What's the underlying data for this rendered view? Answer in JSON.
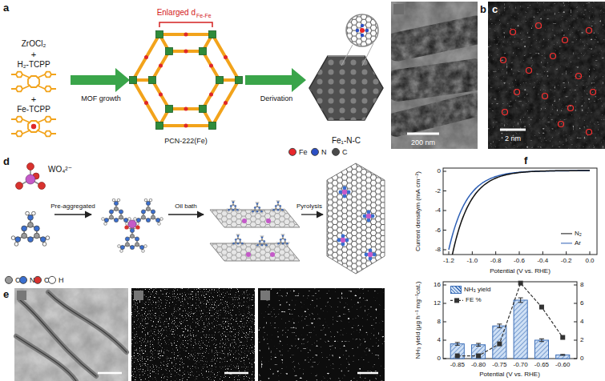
{
  "diagram": {
    "labels": [
      "a",
      "ZrOCl₂",
      "+",
      "H₂-TCPP",
      "+",
      "Fe-TCPP",
      "Enlarged d",
      "Fe-Fe",
      "MOF growth",
      "Derivation",
      "PCN-222(Fe)",
      "Fe₁-N-C",
      "b",
      "200 nm",
      "c",
      "2 nm",
      "d",
      "WO₄²⁻",
      "Pre-aggregated",
      "Oil bath",
      "Pyrolysis",
      "e",
      "f",
      "0",
      "-2",
      "-4",
      "-6",
      "-8",
      "Current densitym (mA cm⁻²)",
      "-1.2",
      "-1.0",
      "-0.8",
      "-0.6",
      "-0.4",
      "-0.2",
      "0.0",
      "Potential (V vs. RHE)",
      "NH₃ yield (μg h⁻¹ mg⁻¹cat.)",
      "0",
      "4",
      "8",
      "12",
      "16",
      "0",
      "2",
      "4",
      "6",
      "8",
      "-0.85",
      "-0.80",
      "-0.75",
      "-0.70",
      "-0.65",
      "-0.60",
      "Potential (V vs. RHE)"
    ],
    "legend": [
      {
        "text": "Fe",
        "color": "#e8262a"
      },
      {
        "text": "N",
        "color": "#2b4fc4"
      },
      {
        "text": "C",
        "color": "#4a4a4a"
      },
      {
        "text": "C",
        "color": "#9a9a9a"
      },
      {
        "text": "N",
        "color": "#3a6fd0"
      },
      {
        "text": "O",
        "color": "#d8322e"
      },
      {
        "text": "H",
        "color": "#ffffff"
      },
      {
        "text": "N₂"
      },
      {
        "text": "Ar"
      },
      {
        "text": "NH₃ yield"
      },
      {
        "text": "FE %"
      }
    ]
  }
}
